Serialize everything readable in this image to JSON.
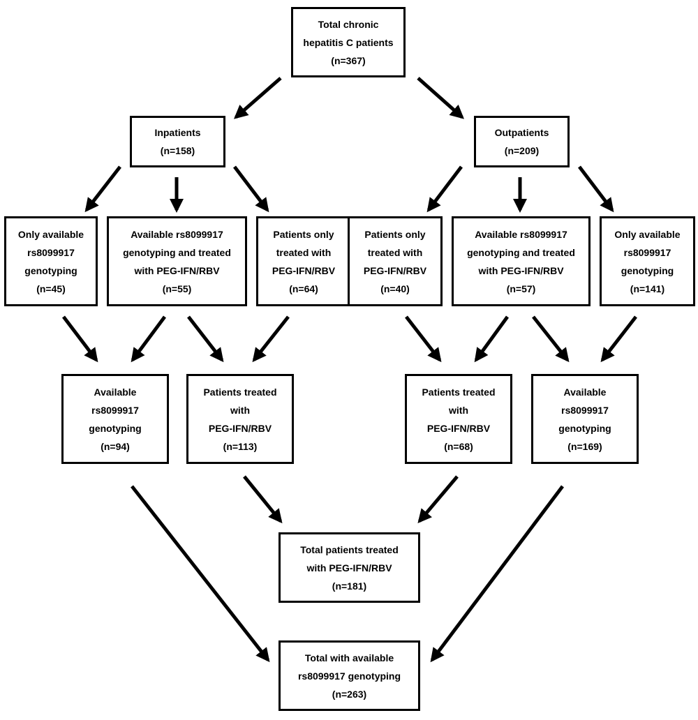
{
  "flowchart": {
    "nodes": [
      {
        "id": "total",
        "lines": [
          "Total chronic",
          "hepatitis C patients",
          "(n=367)"
        ]
      },
      {
        "id": "inpatients",
        "lines": [
          "Inpatients",
          "(n=158)"
        ]
      },
      {
        "id": "outpatients",
        "lines": [
          "Outpatients",
          "(n=209)"
        ]
      },
      {
        "id": "in-only-geno",
        "lines": [
          "Only available",
          "rs8099917",
          "genotyping",
          "(n=45)"
        ]
      },
      {
        "id": "in-geno-treated",
        "lines": [
          "Available rs8099917",
          "genotyping and treated",
          "with PEG-IFN/RBV",
          "(n=55)"
        ]
      },
      {
        "id": "in-only-treated",
        "lines": [
          "Patients only",
          "treated with",
          "PEG-IFN/RBV",
          "(n=64)"
        ]
      },
      {
        "id": "out-only-treated",
        "lines": [
          "Patients only",
          "treated with",
          "PEG-IFN/RBV",
          "(n=40)"
        ]
      },
      {
        "id": "out-geno-treated",
        "lines": [
          "Available rs8099917",
          "genotyping and treated",
          "with PEG-IFN/RBV",
          "(n=57)"
        ]
      },
      {
        "id": "out-only-geno",
        "lines": [
          "Only available",
          "rs8099917",
          "genotyping",
          "(n=141)"
        ]
      },
      {
        "id": "in-avail-geno",
        "lines": [
          "Available",
          "rs8099917",
          "genotyping",
          "(n=94)"
        ]
      },
      {
        "id": "in-treated",
        "lines": [
          "Patients treated",
          "with",
          "PEG-IFN/RBV",
          "(n=113)"
        ]
      },
      {
        "id": "out-treated",
        "lines": [
          "Patients treated",
          "with",
          "PEG-IFN/RBV",
          "(n=68)"
        ]
      },
      {
        "id": "out-avail-geno",
        "lines": [
          "Available",
          "rs8099917",
          "genotyping",
          "(n=169)"
        ]
      },
      {
        "id": "total-treated",
        "lines": [
          "Total patients treated",
          "with PEG-IFN/RBV",
          "(n=181)"
        ]
      },
      {
        "id": "total-geno",
        "lines": [
          "Total with available",
          "rs8099917 genotyping",
          "(n=263)"
        ]
      }
    ],
    "edges": [
      {
        "from": "total",
        "to": "inpatients"
      },
      {
        "from": "total",
        "to": "outpatients"
      },
      {
        "from": "inpatients",
        "to": "in-only-geno"
      },
      {
        "from": "inpatients",
        "to": "in-geno-treated"
      },
      {
        "from": "inpatients",
        "to": "in-only-treated"
      },
      {
        "from": "outpatients",
        "to": "out-only-treated"
      },
      {
        "from": "outpatients",
        "to": "out-geno-treated"
      },
      {
        "from": "outpatients",
        "to": "out-only-geno"
      },
      {
        "from": "in-only-geno",
        "to": "in-avail-geno"
      },
      {
        "from": "in-geno-treated",
        "to": "in-avail-geno"
      },
      {
        "from": "in-geno-treated",
        "to": "in-treated"
      },
      {
        "from": "in-only-treated",
        "to": "in-treated"
      },
      {
        "from": "out-only-treated",
        "to": "out-treated"
      },
      {
        "from": "out-geno-treated",
        "to": "out-treated"
      },
      {
        "from": "out-geno-treated",
        "to": "out-avail-geno"
      },
      {
        "from": "out-only-geno",
        "to": "out-avail-geno"
      },
      {
        "from": "in-treated",
        "to": "total-treated"
      },
      {
        "from": "out-treated",
        "to": "total-treated"
      },
      {
        "from": "in-avail-geno",
        "to": "total-geno"
      },
      {
        "from": "out-avail-geno",
        "to": "total-geno"
      }
    ]
  }
}
